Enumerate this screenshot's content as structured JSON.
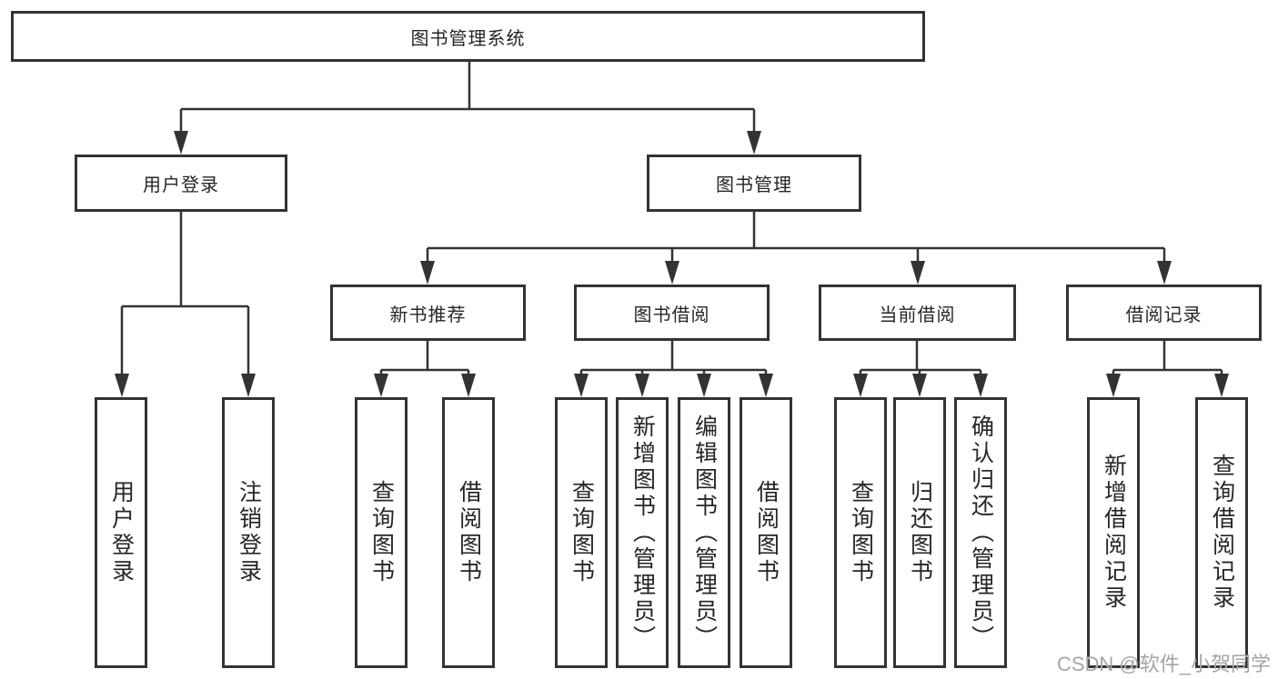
{
  "diagram": {
    "root": {
      "label": "图书管理系统"
    },
    "user_login": {
      "label": "用户登录",
      "children": [
        {
          "label": "用户登录"
        },
        {
          "label": "注销登录"
        }
      ]
    },
    "book_management": {
      "label": "图书管理",
      "children": {
        "new_book_recommend": {
          "label": "新书推荐",
          "children": [
            {
              "label": "查询图书"
            },
            {
              "label": "借阅图书"
            }
          ]
        },
        "book_borrowing": {
          "label": "图书借阅",
          "children": [
            {
              "label": "查询图书"
            },
            {
              "label": "新增图书（管理员）"
            },
            {
              "label": "编辑图书（管理员）"
            },
            {
              "label": "借阅图书"
            }
          ]
        },
        "current_borrowing": {
          "label": "当前借阅",
          "children": [
            {
              "label": "查询图书"
            },
            {
              "label": "归还图书"
            },
            {
              "label": "确认归还（管理员）"
            }
          ]
        },
        "borrowing_records": {
          "label": "借阅记录",
          "children": [
            {
              "label": "新增借阅记录"
            },
            {
              "label": "查询借阅记录"
            }
          ]
        }
      }
    }
  },
  "watermark": {
    "text": "CSDN @软件_小贺同学"
  },
  "colors": {
    "line": "#333333",
    "text": "#262626",
    "watermark": "#a5a5a5",
    "background": "#ffffff"
  }
}
